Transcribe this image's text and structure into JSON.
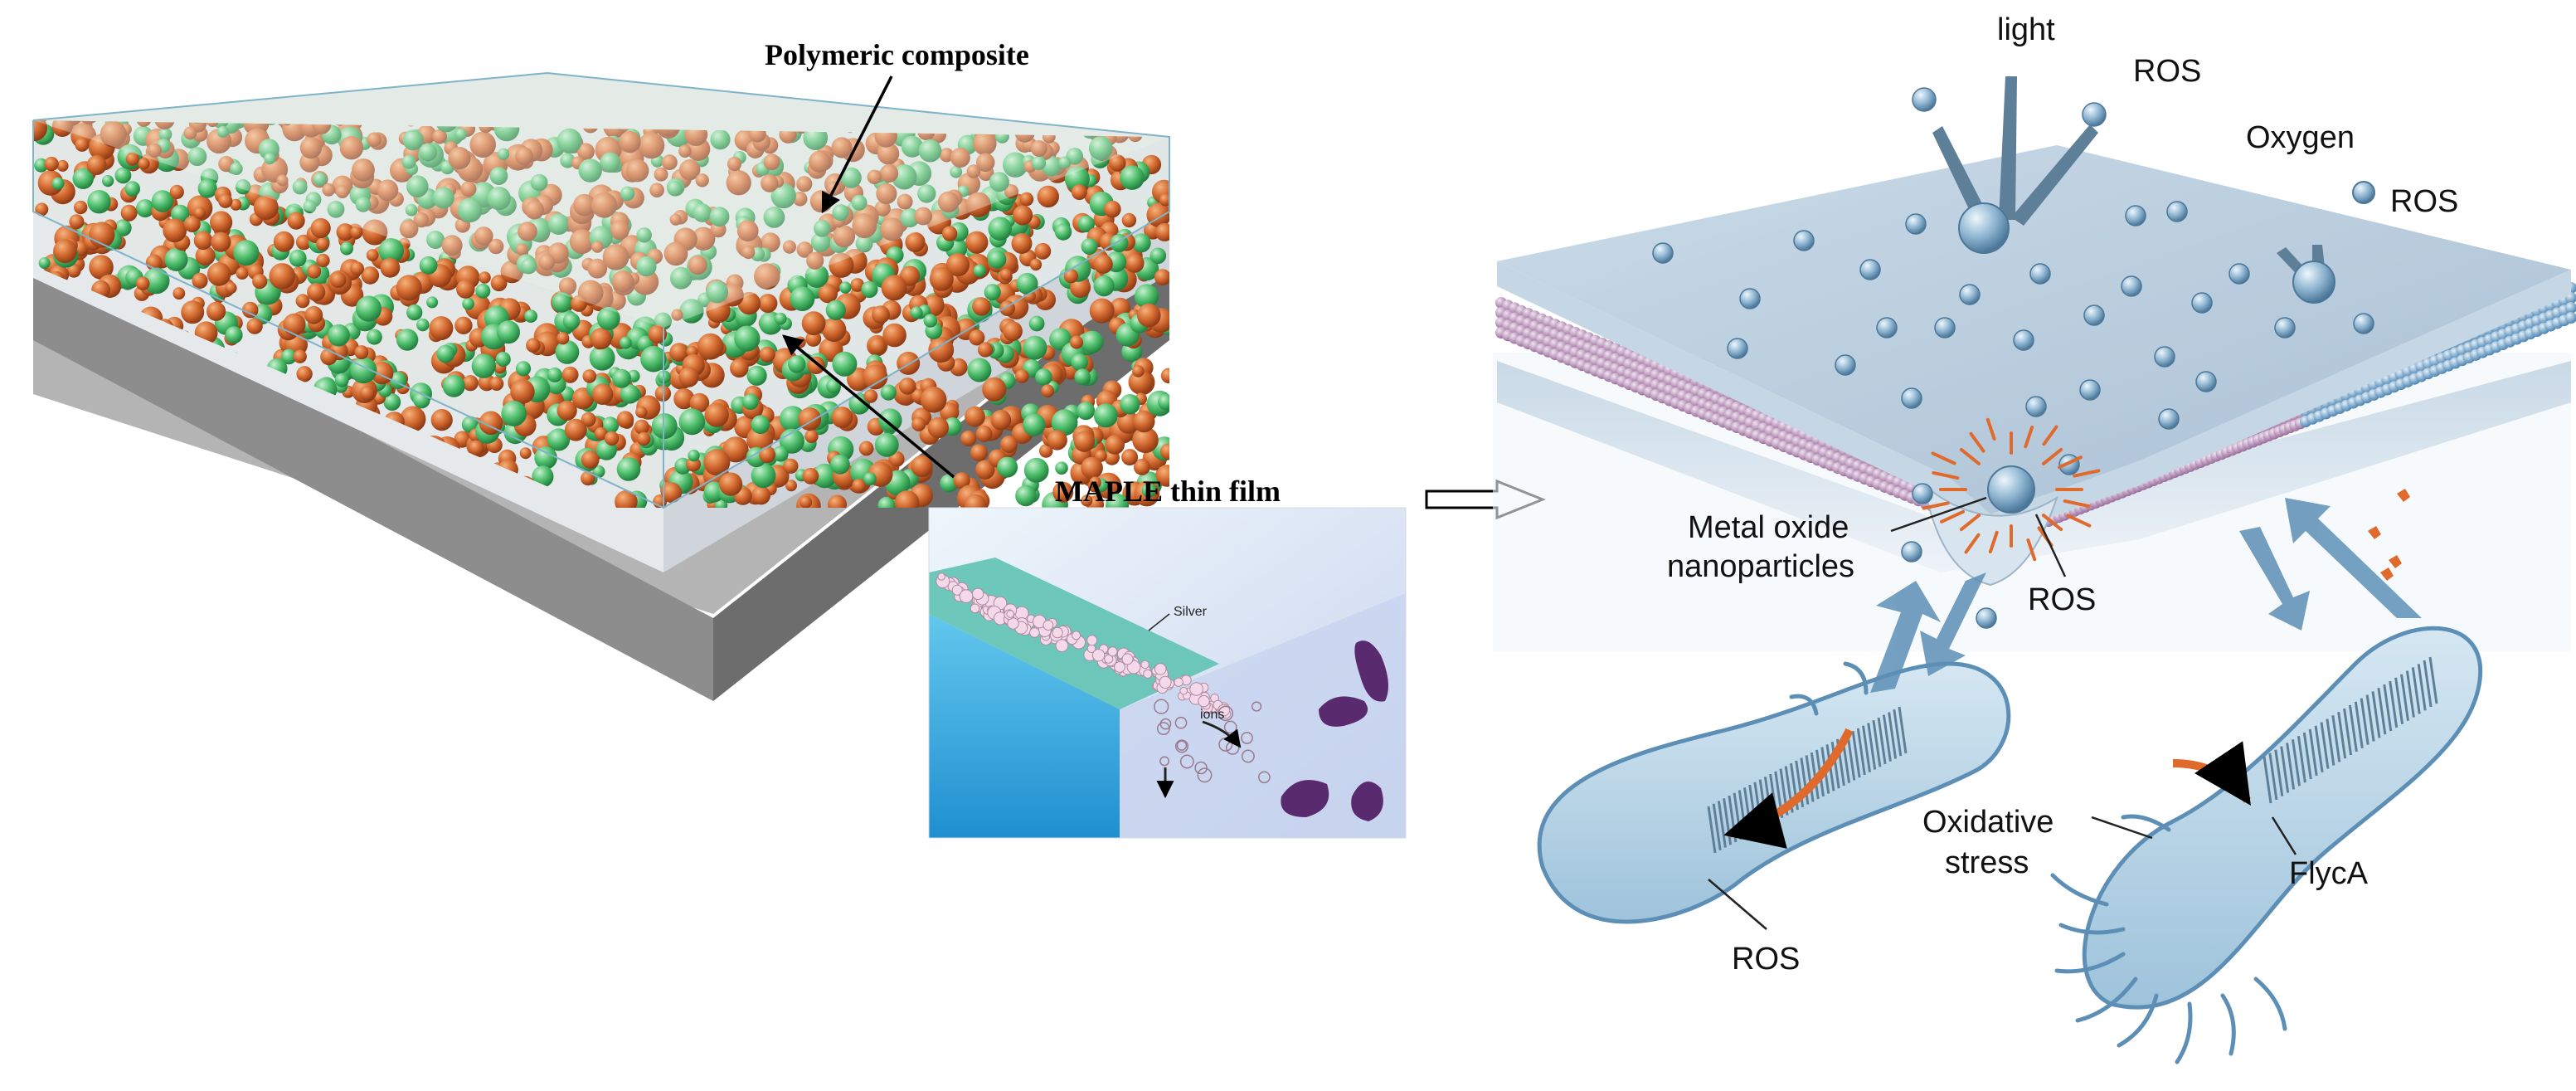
{
  "labels": {
    "polymeric_composite": "Polymeric composite",
    "maple_thin_film": "MAPLE thin film",
    "silver": "Silver",
    "ions": "ions",
    "light": "light",
    "ros_top": "ROS",
    "oxygen": "Oxygen",
    "ros_oxygen": "ROS",
    "metal_oxide_line1": "Metal oxide",
    "metal_oxide_line2": "nanoparticles",
    "ros_center": "ROS",
    "oxidative_line1": "Oxidative",
    "oxidative_line2": "stress",
    "flyca": "FlycA",
    "ros_bottom": "ROS"
  },
  "colors": {
    "orange_particle": "#d2692f",
    "green_particle": "#4fbf6c",
    "pink_bead": "#b78fb8",
    "blue_bead": "#6aa0c9",
    "film_blue": "#b9cedf",
    "bacteria_fill": "#b6d4e6",
    "arrow_orange": "#e06a2c",
    "arrow_blue": "#5d8fb6",
    "inset_water": "#39b6e4",
    "inset_bacteria": "#5a2a6e"
  },
  "icons": [
    "orange-particle-icon",
    "green-particle-icon",
    "bacterium-icon",
    "ros-sphere-icon",
    "hollow-arrow-icon"
  ]
}
